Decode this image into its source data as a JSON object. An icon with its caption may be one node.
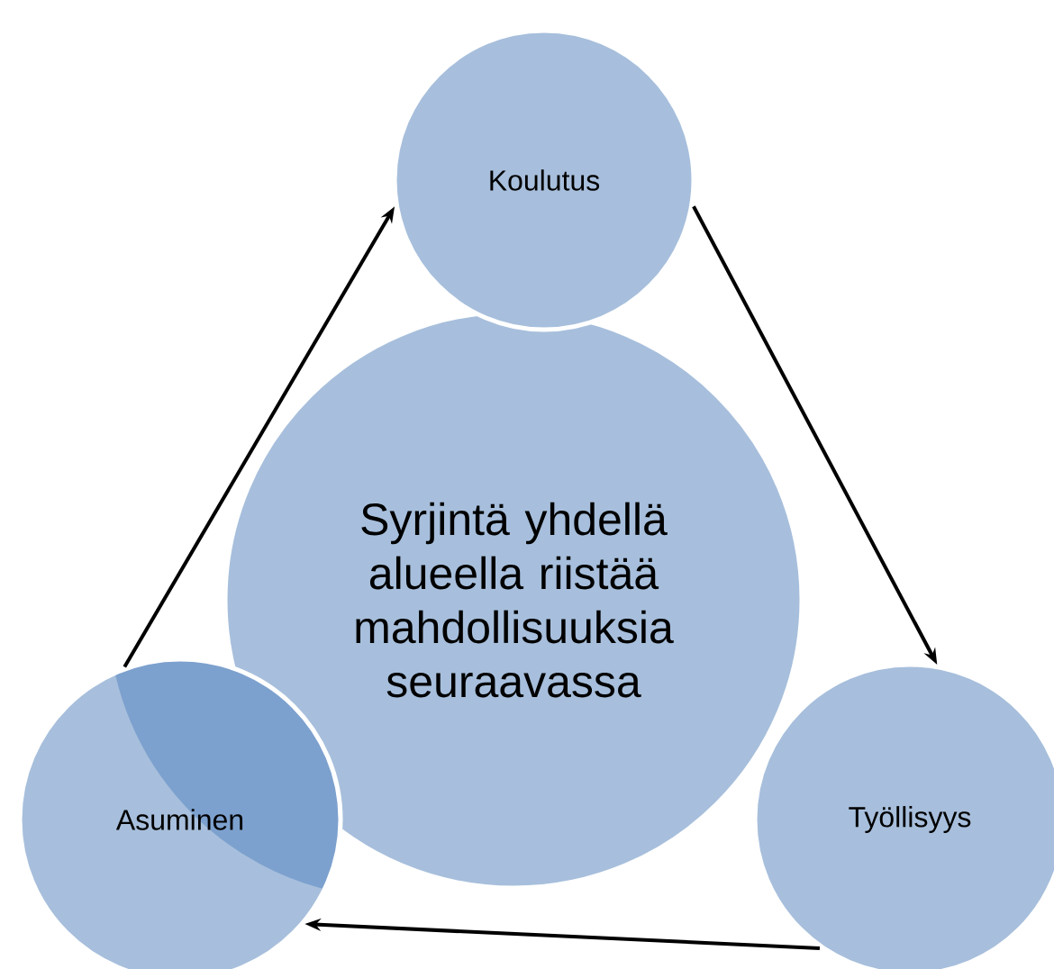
{
  "diagram": {
    "nodes": [
      {
        "text": [
          "Koulutus"
        ]
      },
      {
        "text": [
          "Syrjintä yhdellä alueella riistää mahdollisuuksia seuraavassa"
        ]
      },
      {
        "text": [
          "Asuminen"
        ]
      },
      {
        "text": [
          "Työllisyys"
        ]
      }
    ],
    "edges": [
      {
        "from": 2,
        "to": 0,
        "arrow": "to"
      },
      {
        "from": 0,
        "to": 3,
        "arrow": "to"
      },
      {
        "from": 3,
        "to": 2,
        "arrow": "to"
      }
    ]
  }
}
